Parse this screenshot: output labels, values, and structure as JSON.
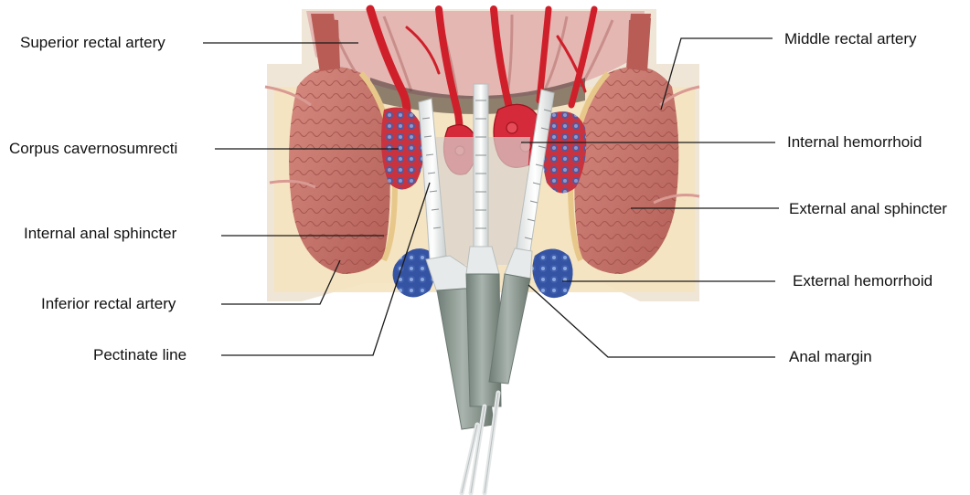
{
  "labels": {
    "superior_rectal_artery": "Superior rectal artery",
    "corpus_cavernosum_recti": "Corpus cavernosumrecti",
    "internal_anal_sphincter": "Internal anal sphincter",
    "inferior_rectal_artery": "Inferior rectal artery",
    "pectinate_line": "Pectinate line",
    "middle_rectal_artery": "Middle rectal artery",
    "internal_hemorrhoid": "Internal hemorrhoid",
    "external_anal_sphincter": "External anal sphincter",
    "external_hemorrhoid": "External hemorrhoid",
    "anal_margin": "Anal margin"
  },
  "colors": {
    "muscle": "#c97a72",
    "muscle_dark": "#a4504a",
    "fat": "#f2ddb5",
    "artery": "#cf1f2a",
    "vein": "#4466b0",
    "probe": "#8d9b93",
    "leader_line": "#1a1a1a"
  }
}
